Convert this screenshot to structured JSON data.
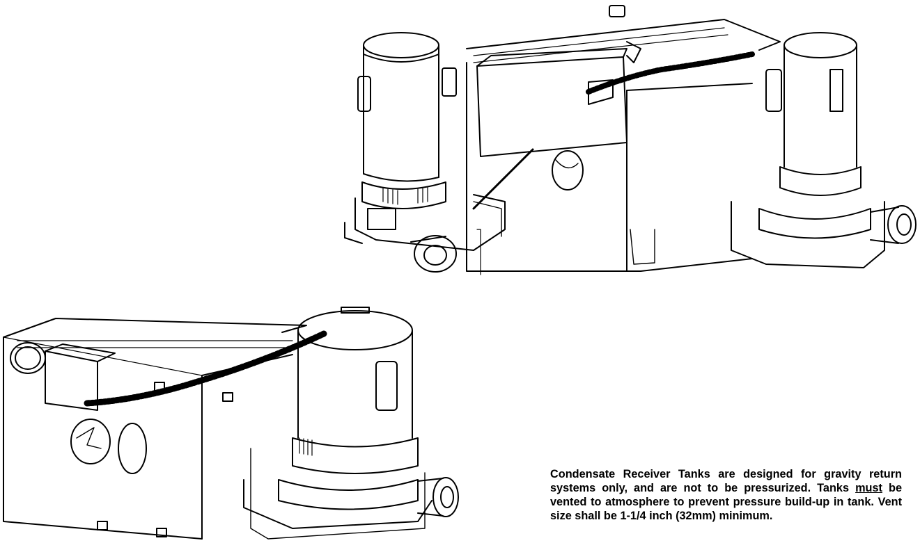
{
  "figures": [
    {
      "name": "duplex-condensate-unit",
      "kind": "line-drawing"
    },
    {
      "name": "simplex-condensate-unit",
      "kind": "line-drawing"
    }
  ],
  "notice": {
    "part1": "Condensate Receiver Tanks are designed for gravity return systems only, and are not to be pressurized. Tanks ",
    "emphasis": "must",
    "part2": " be vented to atmosphere to prevent pressure build-up in tank. Vent size shall be 1-1/4 inch (32mm) minimum."
  },
  "colors": {
    "ink": "#000000",
    "paper": "#ffffff"
  }
}
